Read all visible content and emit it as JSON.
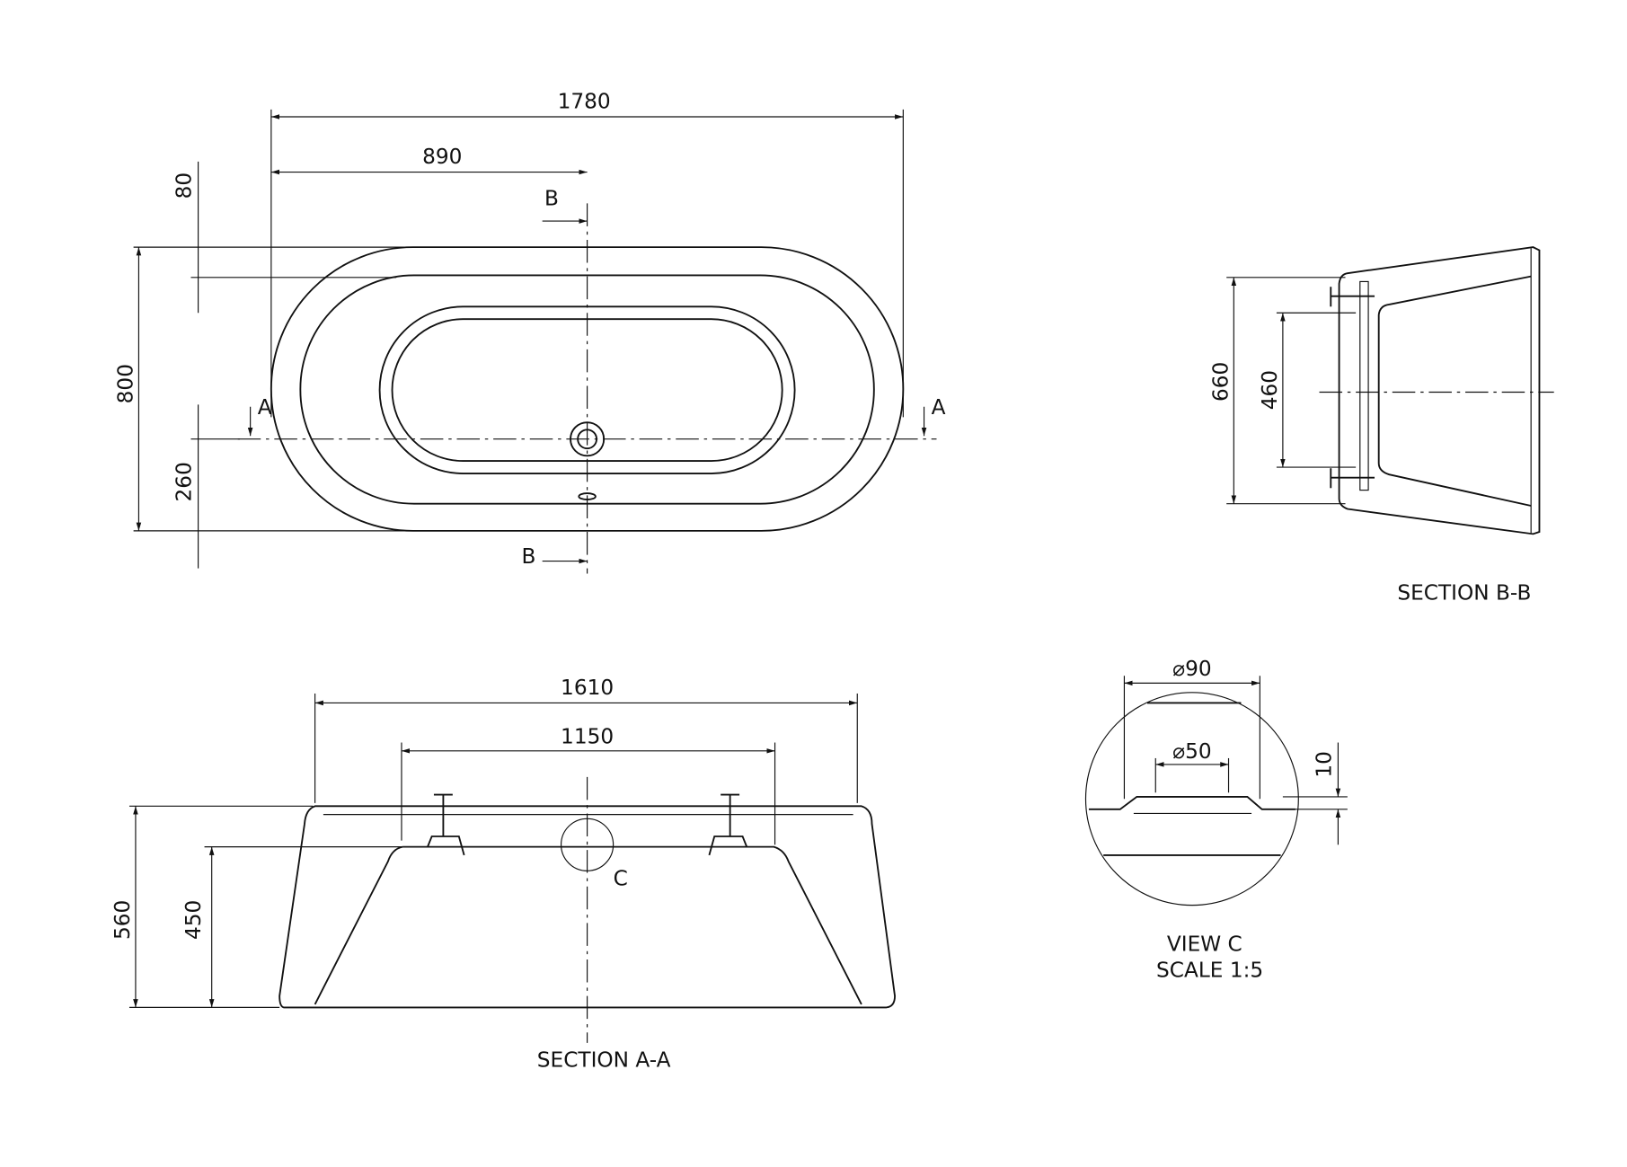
{
  "plan_view": {
    "dim_length": "1780",
    "dim_half": "890",
    "dim_rim": "80",
    "dim_width": "800",
    "dim_offset": "260",
    "section_a": "A",
    "section_b": "B"
  },
  "section_bb": {
    "title": "SECTION B-B",
    "dim_outer": "660",
    "dim_inner": "460"
  },
  "section_aa": {
    "title": "SECTION A-A",
    "dim_top": "1610",
    "dim_base": "1150",
    "dim_height": "560",
    "dim_inner_height": "450",
    "detail_label": "C"
  },
  "view_c": {
    "title": "VIEW C",
    "scale": "SCALE 1:5",
    "dim_outer": "⌀90",
    "dim_inner": "⌀50",
    "dim_depth": "10"
  }
}
